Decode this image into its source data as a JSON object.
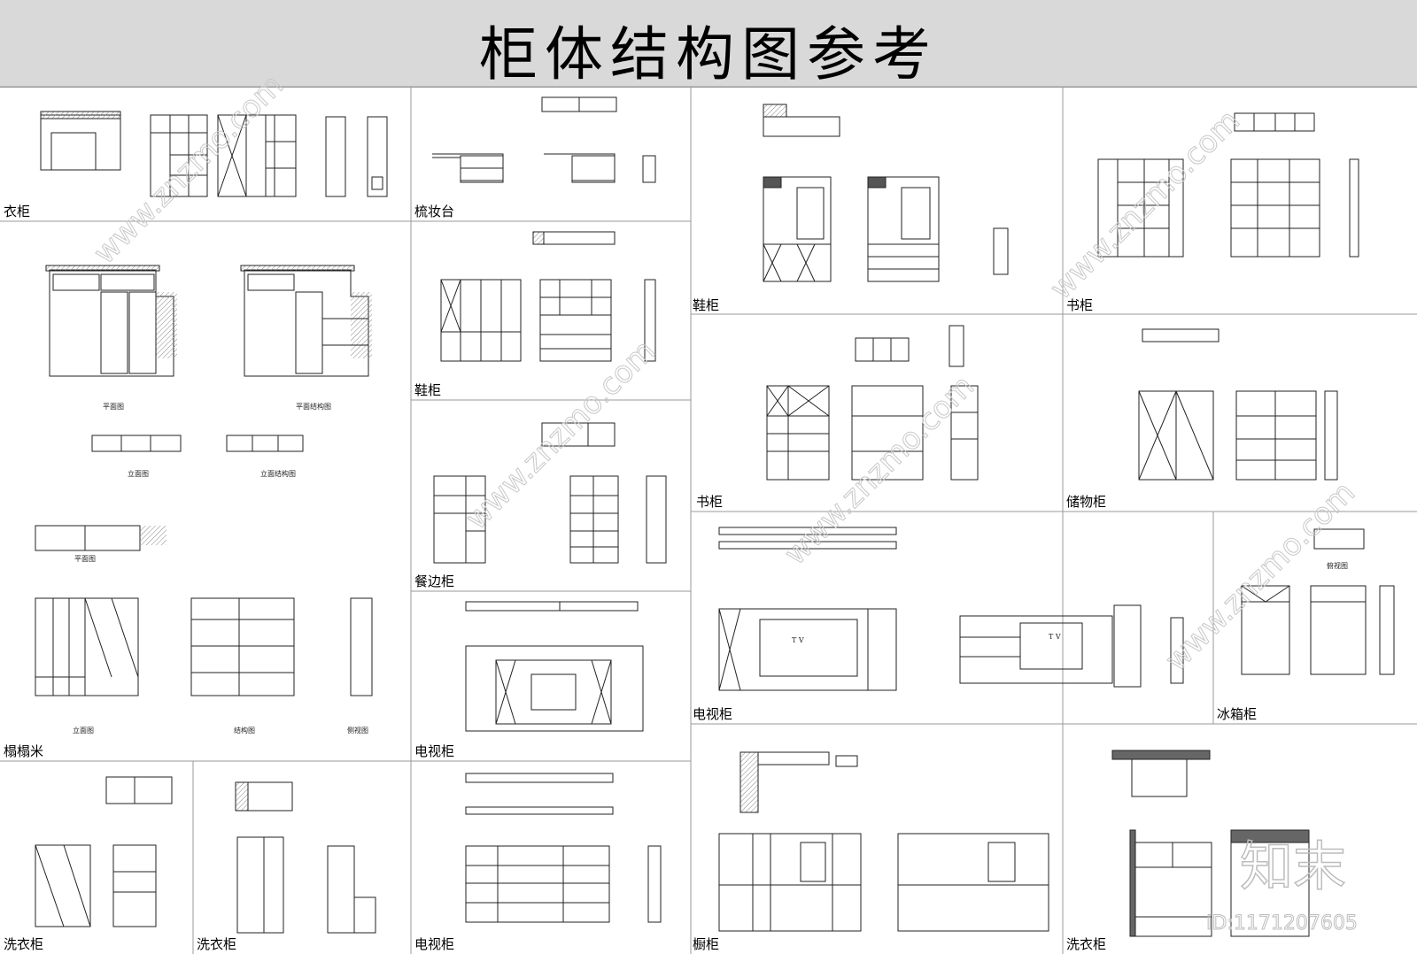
{
  "title": "柜体结构图参考",
  "panels": {
    "wardrobe": "衣柜",
    "dresser": "梳妆台",
    "shoe_left": "鞋柜",
    "shoe_right": "鞋柜",
    "bookcase_top": "书柜",
    "bookcase_mid": "书柜",
    "tatami": "榻榻米",
    "sideboard": "餐边柜",
    "storage": "储物柜",
    "tv_mid": "电视柜",
    "tv_right": "电视柜",
    "tv_bottom": "电视柜",
    "fridge": "冰箱柜",
    "laundry_left": "洗衣柜",
    "laundry_mid": "洗衣柜",
    "laundry_right": "洗衣柜",
    "cabinet": "橱柜"
  },
  "captions": {
    "plan": "平面图",
    "plan_structure": "平面结构图",
    "elevation": "立面图",
    "elevation_structure": "立面结构图",
    "plan2": "平面图",
    "elevation2": "立面图",
    "structure": "结构图",
    "side_view": "侧视图",
    "top_view": "俯视图"
  },
  "watermark": {
    "brand": "知末",
    "site": "www.znzmo.com",
    "id": "ID:1171207605"
  }
}
